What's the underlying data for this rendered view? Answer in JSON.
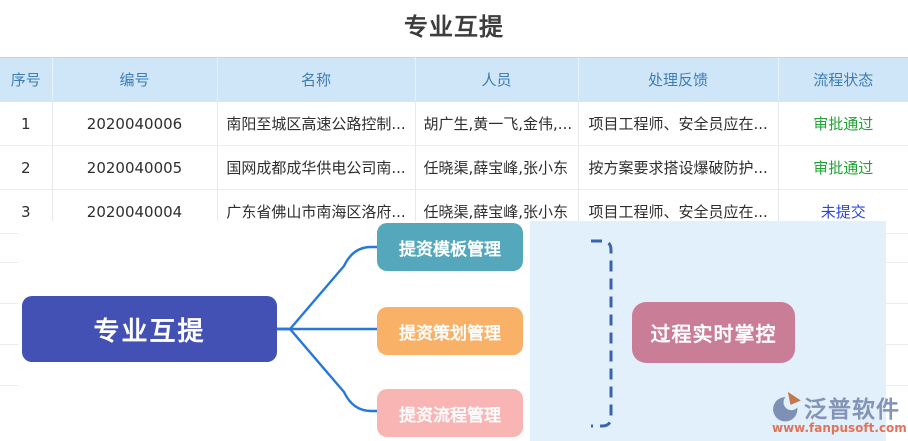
{
  "page": {
    "title": "专业互提"
  },
  "table": {
    "columns": [
      "序号",
      "编号",
      "名称",
      "人员",
      "处理反馈",
      "流程状态"
    ],
    "rows": [
      {
        "no": "1",
        "code": "2020040006",
        "name": "南阳至城区高速公路控制...",
        "staff": "胡广生,黄一飞,金伟,...",
        "feedback": "项目工程师、安全员应在...",
        "status": "审批通过",
        "status_color": "#21a335"
      },
      {
        "no": "2",
        "code": "2020040005",
        "name": "国网成都成华供电公司南...",
        "staff": "任晓渠,薛宝峰,张小东",
        "feedback": "按方案要求搭设爆破防护...",
        "status": "审批通过",
        "status_color": "#21a335"
      },
      {
        "no": "3",
        "code": "2020040004",
        "name": "广东省佛山市南海区洛府...",
        "staff": "任晓渠,薛宝峰,张小东",
        "feedback": "项目工程师、安全员应在...",
        "status": "未提交",
        "status_color": "#2e46d8"
      }
    ]
  },
  "diagram": {
    "root": {
      "label": "专业互提",
      "bg": "#4251b3"
    },
    "nodes": [
      {
        "label": "提资模板管理",
        "bg": "#55a8bb"
      },
      {
        "label": "提资策划管理",
        "bg": "#f9b168"
      },
      {
        "label": "提资流程管理",
        "bg": "#f8b5b3"
      }
    ],
    "result": {
      "label": "过程实时掌控",
      "bg": "#ca7d96"
    },
    "connector_color": "#2778d8",
    "bracket_color": "#3a63af",
    "panel_bg": "#e2f0fb"
  },
  "branding": {
    "name": "泛普软件",
    "url": "www.fanpusoft.com",
    "name_color": "#8494b6",
    "url_color": "#df745b"
  }
}
